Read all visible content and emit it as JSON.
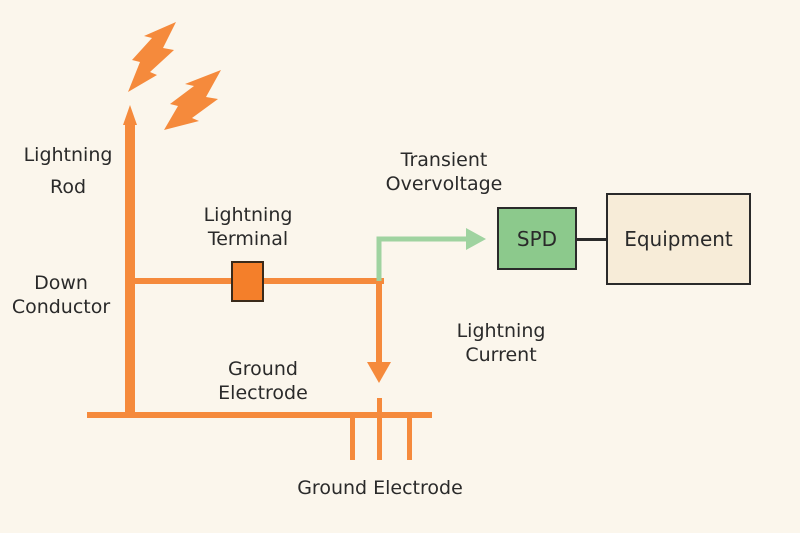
{
  "labels": {
    "lightning_rod": [
      "Lightning",
      "Rod"
    ],
    "down_conductor": [
      "Down",
      "Conductor"
    ],
    "lightning_terminal": [
      "Lightning",
      "Terminal"
    ],
    "transient_overvoltage": [
      "Transient",
      "Overvoltage"
    ],
    "lightning_current": [
      "Lightning",
      "Current"
    ],
    "ground_electrode_upper": [
      "Ground",
      "Electrode"
    ],
    "ground_electrode_lower": "Ground Electrode"
  },
  "boxes": {
    "spd": "SPD",
    "equipment": "Equipment"
  },
  "colors": {
    "background": "#fbf6ec",
    "conductor": "#f58a3c",
    "terminal_fill": "#f47f2a",
    "terminal_stroke": "#3a2a1a",
    "overvoltage_arrow": "#9fd3a0",
    "spd_fill": "#8cc98c",
    "equipment_fill": "#f7ecd8",
    "box_stroke": "#2a2a2a"
  },
  "icons": [
    "lightning-bolt-icon",
    "lightning-bolt-icon"
  ]
}
